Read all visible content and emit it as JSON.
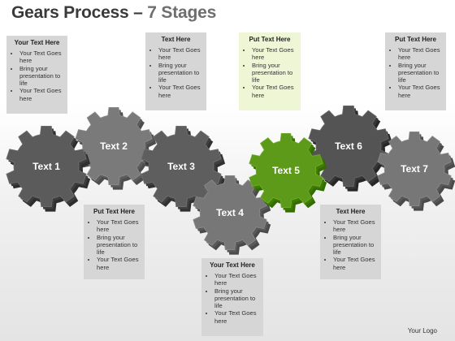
{
  "title": {
    "main": "Gears Process",
    "dash": "–",
    "sub": "7 Stages"
  },
  "gears": [
    {
      "label": "Text 1",
      "color": "#5b5b5b"
    },
    {
      "label": "Text 2",
      "color": "#7a7a7a"
    },
    {
      "label": "Text 3",
      "color": "#5e5e5e"
    },
    {
      "label": "Text 4",
      "color": "#777777"
    },
    {
      "label": "Text 5",
      "color": "#5e9a1a"
    },
    {
      "label": "Text 6",
      "color": "#545454"
    },
    {
      "label": "Text 7",
      "color": "#777777"
    }
  ],
  "boxes": [
    {
      "heading": "Your Text Here",
      "items": [
        "Your Text Goes here",
        "Bring your presentation to life",
        "Your Text Goes here"
      ]
    },
    {
      "heading": "Text Here",
      "items": [
        "Your Text Goes here",
        "Bring your presentation to life",
        "Your Text Goes here"
      ]
    },
    {
      "heading": "Put Text Here",
      "items": [
        "Your Text Goes here",
        "Bring your presentation to life",
        "Your Text Goes here"
      ]
    },
    {
      "heading": "Put Text Here",
      "items": [
        "Your Text Goes here",
        "Bring your presentation to life",
        "Your Text Goes here"
      ]
    },
    {
      "heading": "Put Text Here",
      "items": [
        "Your Text Goes here",
        "Bring your presentation to life",
        "Your Text Goes here"
      ]
    },
    {
      "heading": "Text Here",
      "items": [
        "Your Text Goes here",
        "Bring your presentation to life",
        "Your Text Goes here"
      ]
    },
    {
      "heading": "Your Text Here",
      "items": [
        "Your Text Goes here",
        "Bring your presentation to life",
        "Your Text Goes here"
      ]
    }
  ],
  "logo": "Your Logo"
}
